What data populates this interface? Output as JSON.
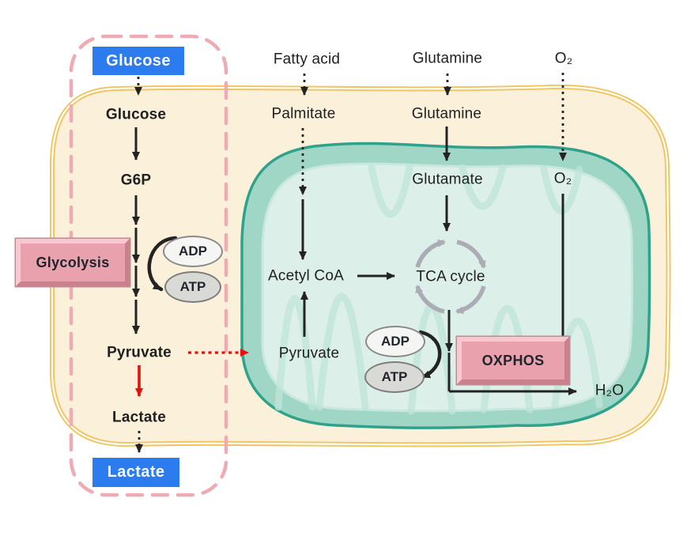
{
  "labels": {
    "glucose_ext": "Glucose",
    "glucose_cyt": "Glucose",
    "g6p": "G6P",
    "glycolysis": "Glycolysis",
    "adp_glycolysis": "ADP",
    "atp_glycolysis": "ATP",
    "pyruvate_cyt": "Pyruvate",
    "lactate_cyt": "Lactate",
    "lactate_ext": "Lactate",
    "fatty_acid": "Fatty acid",
    "palmitate": "Palmitate",
    "glutamine_ext": "Glutamine",
    "glutamine_cyt": "Glutamine",
    "glutamate": "Glutamate",
    "o2_ext": "O₂",
    "o2_mito": "O₂",
    "acetyl_coa": "Acetyl CoA",
    "tca_cycle": "TCA cycle",
    "pyruvate_mito": "Pyruvate",
    "oxphos": "OXPHOS",
    "adp_oxphos": "ADP",
    "atp_oxphos": "ATP",
    "h2o": "H₂O"
  },
  "colors": {
    "transport_box_blue": "#2C7BEF",
    "process_box_pink": "#E9A2AD",
    "cell_membrane_yellow": "#F1C45E",
    "cytoplasm_cream": "#FBF0DA",
    "mito_membrane_teal": "#2FA28B",
    "mito_band_teal": "#A0D6C6",
    "mito_matrix": "#DCEFE9",
    "dashed_outline_pink": "#EFABB4",
    "arrow_black": "#232323",
    "arrow_red": "#E8100F",
    "adp_fill": "#F5F5F3",
    "atp_fill": "#D9D9D6",
    "tca_ring_gray": "#ACACB4"
  }
}
